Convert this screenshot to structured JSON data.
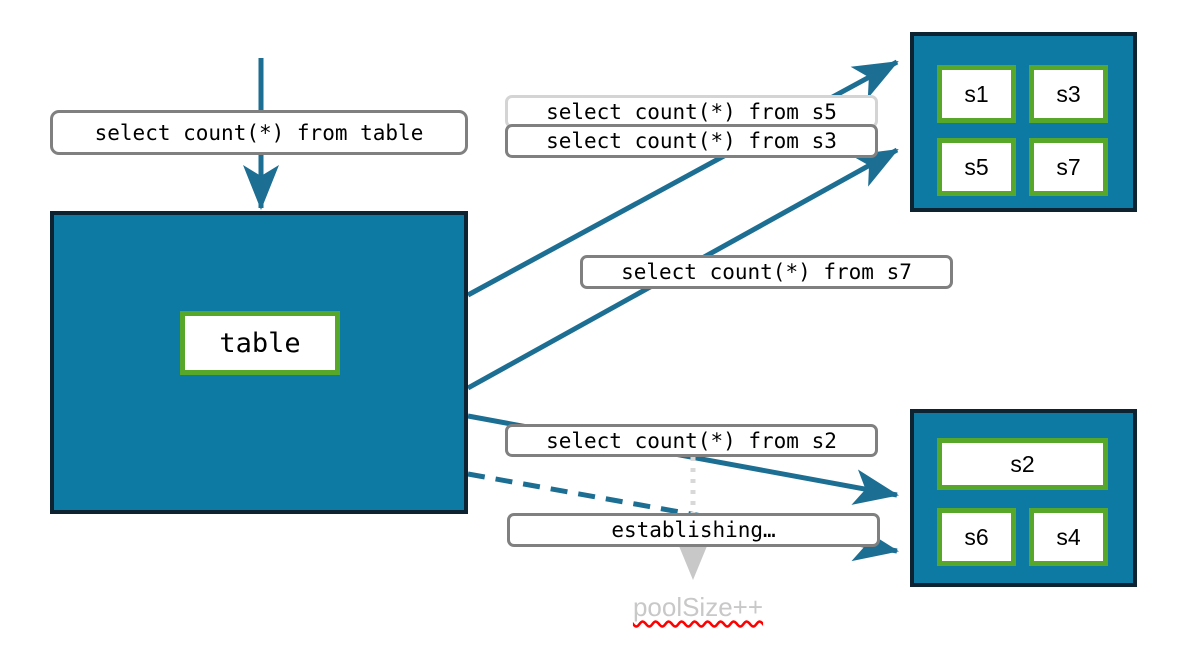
{
  "diagram": {
    "title": "connection pool query routing",
    "colors": {
      "pool_fill": "#0c7aa3",
      "pool_border": "#0d2332",
      "cell_border": "#57a72b",
      "edge": "#1d6e93",
      "label_border": "#808080",
      "label_border_muted": "#d4d4d4",
      "muted_text": "#c8c8c8",
      "spell_error": "#ff0000"
    }
  },
  "entry": {
    "query_label": "select count(*) from table",
    "arrow_name": "entry-arrow"
  },
  "table_container": {
    "cell_label": "table"
  },
  "pool_top": {
    "cells": [
      {
        "label": "s1"
      },
      {
        "label": "s3"
      },
      {
        "label": "s5"
      },
      {
        "label": "s7"
      }
    ]
  },
  "pool_bottom": {
    "cells": [
      {
        "label": "s2"
      },
      {
        "label": "s6"
      },
      {
        "label": "s4"
      }
    ]
  },
  "queries": [
    {
      "id": "q-s5",
      "label": "select count(*) from s5"
    },
    {
      "id": "q-s3",
      "label": "select count(*) from s3"
    },
    {
      "id": "q-s7",
      "label": "select count(*) from s7"
    },
    {
      "id": "q-s2",
      "label": "select count(*) from s2"
    }
  ],
  "status": {
    "establishing_label": "establishing…",
    "pool_size_label": "poolSize++"
  }
}
